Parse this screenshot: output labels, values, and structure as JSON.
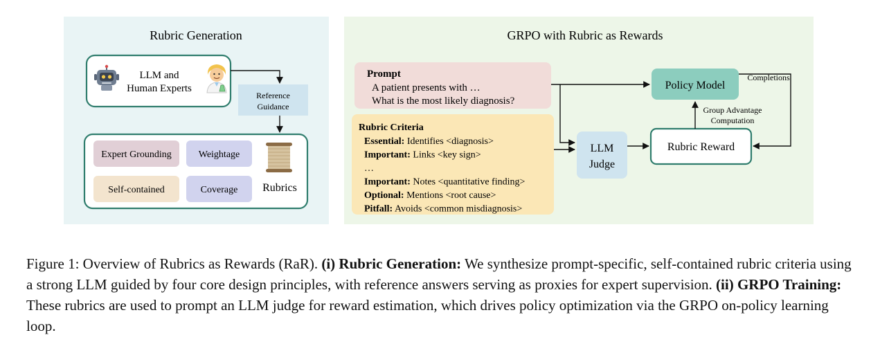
{
  "panel_left": {
    "title": "Rubric Generation",
    "source_label_line1": "LLM and",
    "source_label_line2": "Human Experts",
    "icons": [
      "robot-icon",
      "scientist-icon",
      "scroll-icon"
    ],
    "reference_line1": "Reference",
    "reference_line2": "Guidance",
    "principles": {
      "expert_grounding": "Expert Grounding",
      "weightage": "Weightage",
      "self_contained": "Self-contained",
      "coverage": "Coverage"
    },
    "rubrics_label": "Rubrics"
  },
  "panel_right": {
    "title": "GRPO with Rubric as Rewards",
    "prompt": {
      "heading": "Prompt",
      "line1": "A patient presents with …",
      "line2": "What is the most likely diagnosis?"
    },
    "criteria": {
      "heading": "Rubric Criteria",
      "items": [
        {
          "key": "Essential:",
          "text": " Identifies <diagnosis>"
        },
        {
          "key": "Important:",
          "text": " Links <key sign>"
        },
        {
          "key": "",
          "text": "…"
        },
        {
          "key": "Important:",
          "text": " Notes  <quantitative finding>"
        },
        {
          "key": "Optional:",
          "text": " Mentions <root cause>"
        },
        {
          "key": "Pitfall:",
          "text": " Avoids <common misdiagnosis>"
        }
      ]
    },
    "judge_line1": "LLM",
    "judge_line2": "Judge",
    "policy_model": "Policy Model",
    "rubric_reward": "Rubric Reward",
    "completions": "Completions",
    "advantage_line1": "Group Advantage",
    "advantage_line2": "Computation"
  },
  "colors": {
    "left_bg": "#e9f4f5",
    "right_bg": "#edf6e8",
    "teal": "#2f7d6d",
    "policy_fill": "#8ccdbe",
    "judge_fill": "#cfe4ef",
    "prompt_fill": "#f1dcd9",
    "criteria_fill": "#fbe7b6",
    "expert_fill": "#e1cfd6",
    "weightage_fill": "#d1d3ee",
    "selfcontained_fill": "#f3e4ce",
    "coverage_fill": "#d1d3ee"
  },
  "caption": {
    "prefix": "Figure 1: Overview of Rubrics as Rewards (RaR). ",
    "part1_bold": "(i) Rubric Generation:",
    "part1_text": " We synthesize prompt-specific, self-contained rubric criteria using a strong LLM guided by four core design principles, with reference answers serving as proxies for expert supervision. ",
    "part2_bold": "(ii) GRPO Training:",
    "part2_text": " These rubrics are used to prompt an LLM judge for reward estimation, which drives policy optimization via the GRPO on-policy learning loop."
  }
}
